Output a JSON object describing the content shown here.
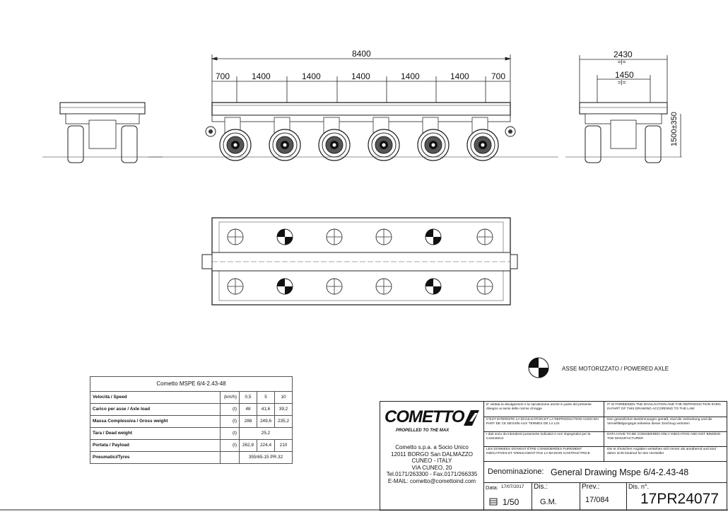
{
  "dimensions": {
    "overall_length": "8400",
    "segments": [
      "700",
      "1400",
      "1400",
      "1400",
      "1400",
      "1400",
      "700"
    ],
    "overall_width": "2430",
    "width_sym": "=|=",
    "inner_width": "1450",
    "inner_sym": "=|=",
    "height": "1500±350"
  },
  "spec_table": {
    "title": "Cometto MSPE 6/4-2.43-48",
    "rows": [
      {
        "label": "Velocità / Speed",
        "unit": "(km/h)",
        "values": [
          "0,5",
          "5",
          "10"
        ]
      },
      {
        "label": "Carico per asse / Axle load",
        "unit": "(t)",
        "values": [
          "48",
          "41,6",
          "39,2"
        ]
      },
      {
        "label": "Massa Complessiva / Gross weight",
        "unit": "(t)",
        "values": [
          "288",
          "249,6",
          "235,2"
        ]
      },
      {
        "label": "Tara / Dead weight",
        "unit": "(t)",
        "merged": "25,2"
      },
      {
        "label": "Portata / Payload",
        "unit": "(t)",
        "values": [
          "262,8",
          "224,4",
          "210"
        ]
      },
      {
        "label": "Pneumatici/Tyres",
        "unit": "",
        "merged": "355/65-15 PR.32"
      }
    ]
  },
  "legend": {
    "powered_axle": "ASSE MOTORIZZATO / POWERED AXLE"
  },
  "title_block": {
    "logo_word": "COMETTO",
    "logo_tagline": "PROPELLED TO THE MAX",
    "address": [
      "Cometto s.p.a. a Socio Unico",
      "12011 BORGO San DALMAZZO",
      "CUNEO - ITALY",
      "VIA CUNEO, 20",
      "Tel.0171/263300 - Fax.0171/266335",
      "E-MAIL: cometto@comettoind.com"
    ],
    "notices": [
      {
        "left": "E' vietata la divulgazione e la riproduzione anche in parte del presente disegno ai sensi delle norme di legge",
        "right": "IT IS FORBIDDEN THE DIVULGATION AND THE REPRODUCTION EVEN IN PART OF THIS DRAWING ACCORDING TO THE LAW"
      },
      {
        "left": "C'EST INTERDITE LA DIVULGATION ET LA REPRODUCTION AUSSI EN PART DE CE DESSIN AUX TERMES DE LA LOI",
        "right": "Den gesetzlichen Bestimmungen gemäß, sind die Verbreitung und die Vervielfältigungsgut teilweise dieser Zeichnug verboten"
      },
      {
        "left": "I dati sono da intendersi puramente indicativi e non impegnativi per la Costruttrice",
        "right": "DATA HAVE TO BE CONSIDERED ONLY INDICATIVE AND NOT BINDING THE MANUFACTURER"
      },
      {
        "left": "LES DONNEES DOIVENT ÊTRE CONSIDERÉES PUREMENT INDICATIVES ET N'ENGAGENT PAS LA MAISON COSTRUCTRICE",
        "right": "Die te chnischen Angaben verstehen sich immer als annähernd und sind daher nicht bindend fur tten Hersteller"
      }
    ],
    "denominazione_label": "Denominazione:",
    "denominazione_value": "General Drawing Mspe 6/4-2.43-48",
    "data_label": "Data:",
    "data_value": "17/07/2017",
    "scale": "1/50",
    "dis_label": "Dis.:",
    "dis_value": "G.M.",
    "prev_label": "Prev.:",
    "prev_value": "17/084",
    "disn_label": "Dis. n°.",
    "disn_value": "17PR24077"
  }
}
